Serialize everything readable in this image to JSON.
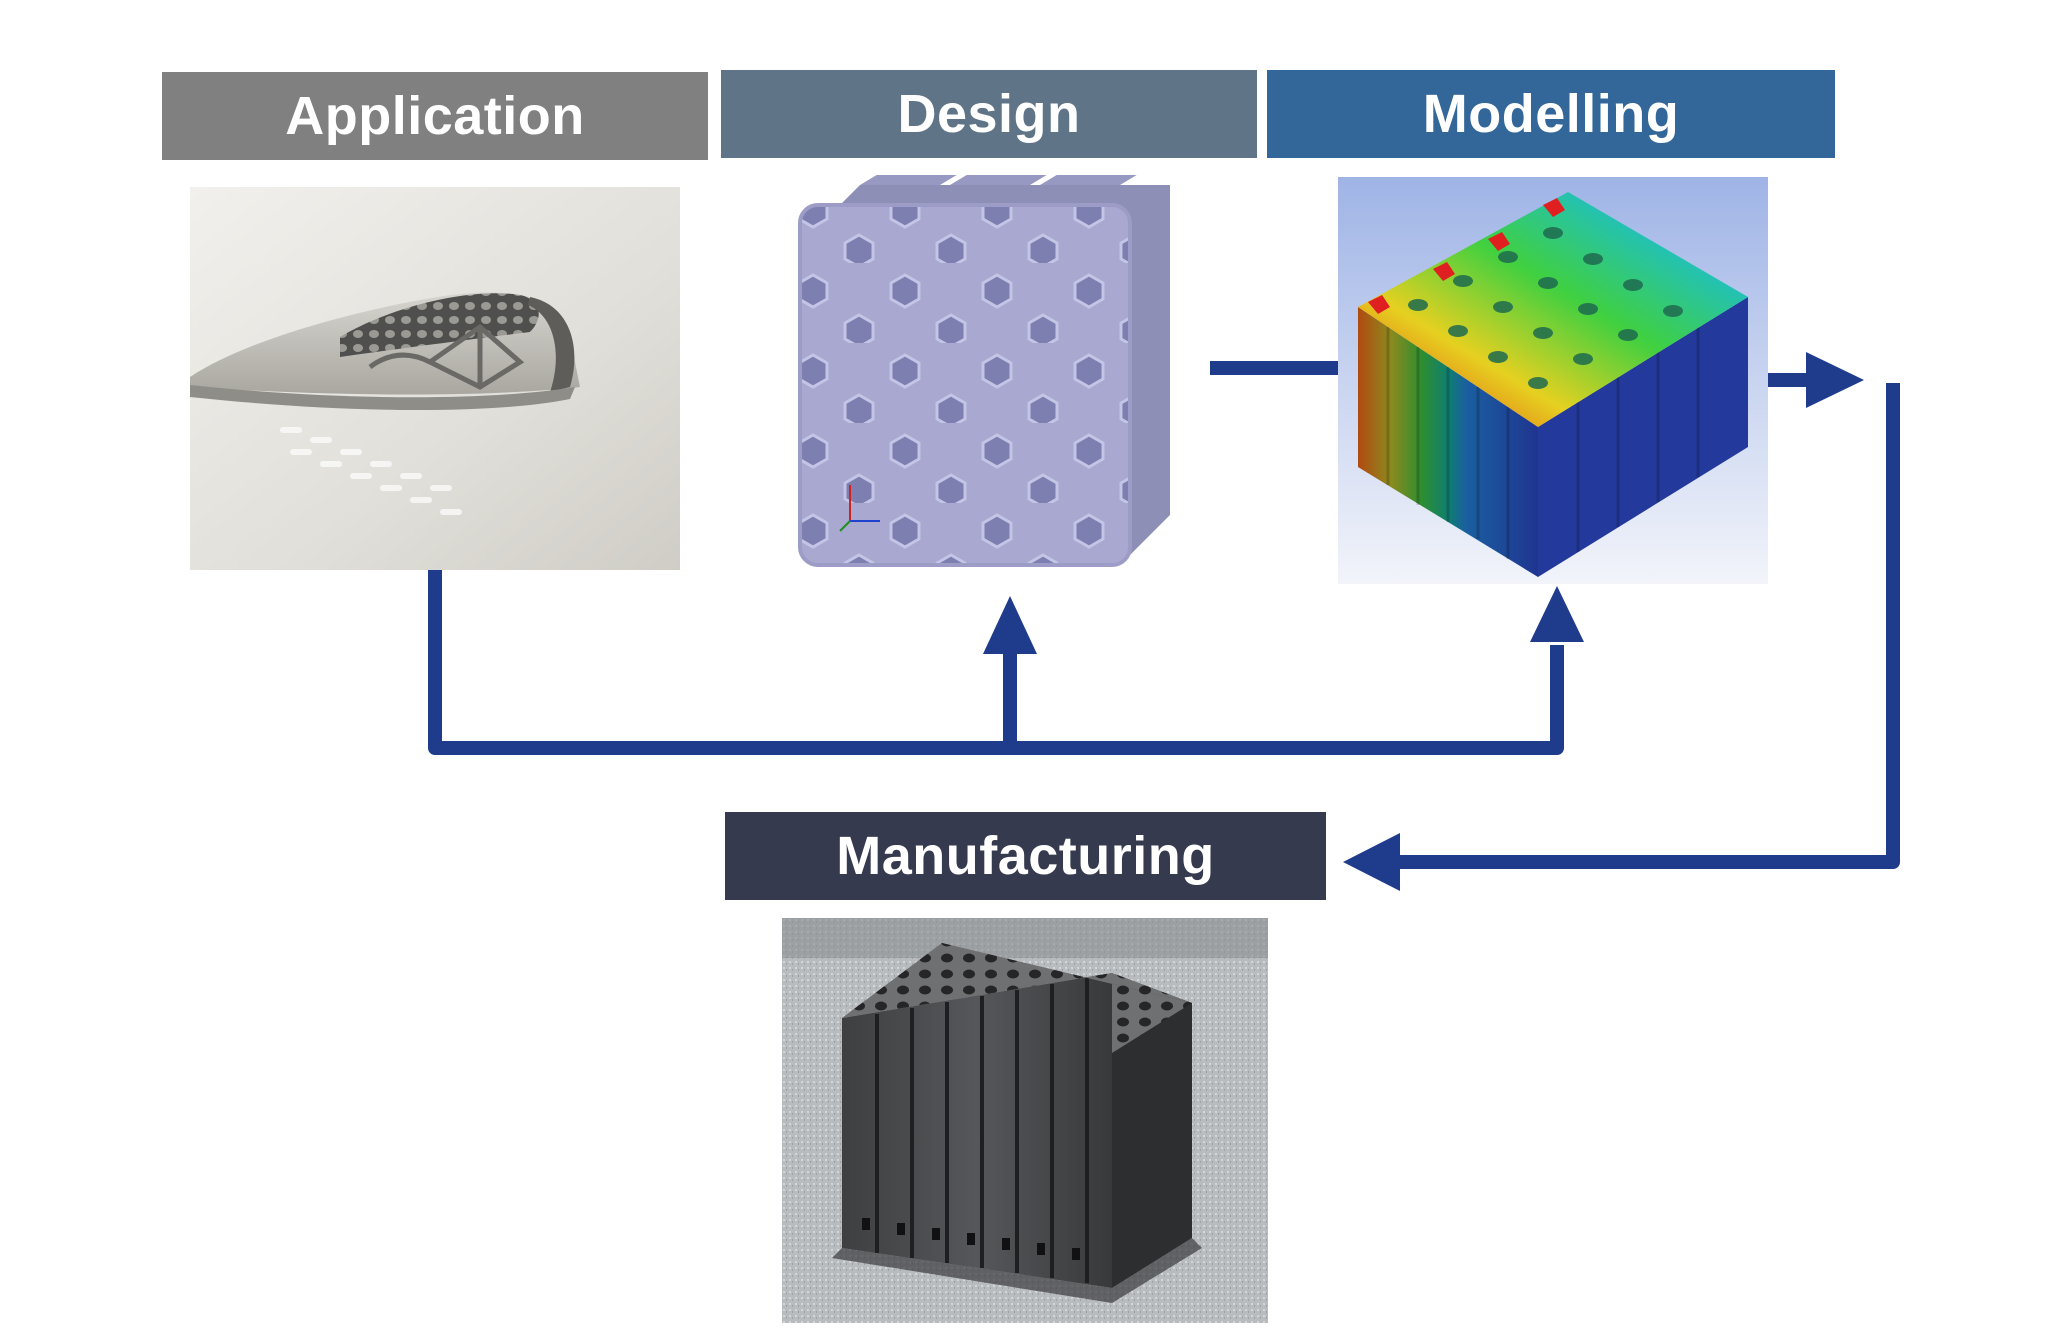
{
  "colors": {
    "application": "#808080",
    "design": "#5f7587",
    "modelling": "#336699",
    "manufacturing": "#363a4e",
    "arrow": "#1f3c8c"
  },
  "stages": {
    "application": {
      "label": "Application"
    },
    "design": {
      "label": "Design"
    },
    "modelling": {
      "label": "Modelling"
    },
    "manufacturing": {
      "label": "Manufacturing"
    }
  },
  "images": {
    "application": "airfoil-with-honeycomb-lattice-photo",
    "design": "hexagonal-honeycomb-cad-model",
    "modelling": "fea-displacement-contour-honeycomb",
    "manufacturing": "printed-metal-honeycomb-photo"
  }
}
